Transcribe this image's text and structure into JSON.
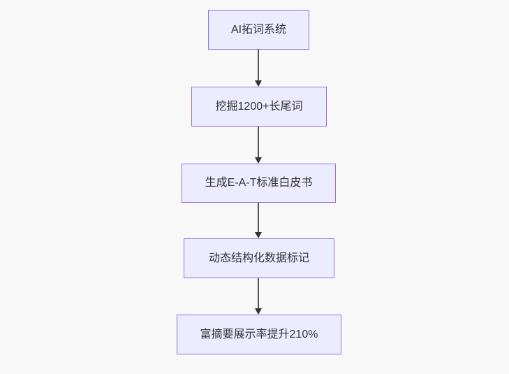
{
  "diagram": {
    "type": "flowchart",
    "direction": "top-down",
    "nodes": [
      {
        "id": "A",
        "label": "AI拓词系统"
      },
      {
        "id": "B",
        "label": "挖掘1200+长尾词"
      },
      {
        "id": "C",
        "label": "生成E-A-T标准白皮书"
      },
      {
        "id": "D",
        "label": "动态结构化数据标记"
      },
      {
        "id": "E",
        "label": "富摘要展示率提升210%"
      }
    ],
    "edges": [
      {
        "from": "A",
        "to": "B"
      },
      {
        "from": "B",
        "to": "C"
      },
      {
        "from": "C",
        "to": "D"
      },
      {
        "from": "D",
        "to": "E"
      }
    ],
    "colors": {
      "background": "#f8f8f8",
      "node_fill": "#ECECFF",
      "node_border": "#9370DB",
      "arrow_line": "#555555",
      "arrow_head": "#333333",
      "text": "#333333"
    }
  }
}
